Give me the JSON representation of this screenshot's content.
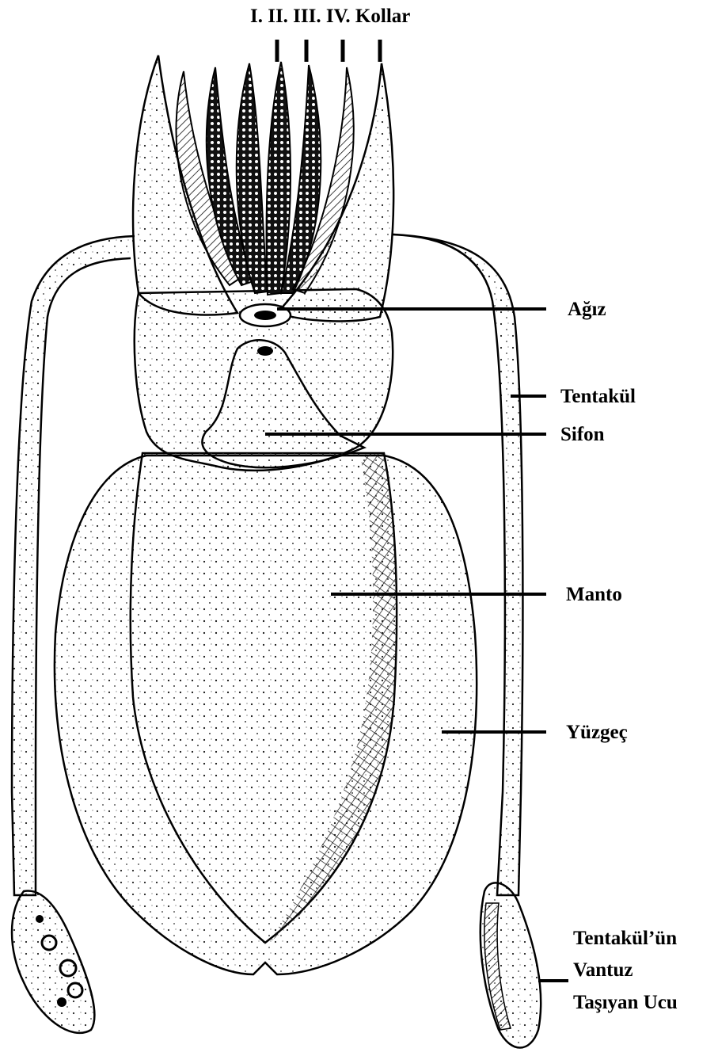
{
  "labels": {
    "arms_header": "I.  II.  III. IV. Kollar",
    "mouth": "Ağız",
    "tentacle": "Tentakül",
    "siphon": "Sifon",
    "mantle": "Manto",
    "fin": "Yüzgeç",
    "club_line1": "Tentakül’ün",
    "club_line2": "Vantuz",
    "club_line3": "Taşıyan Ucu"
  }
}
